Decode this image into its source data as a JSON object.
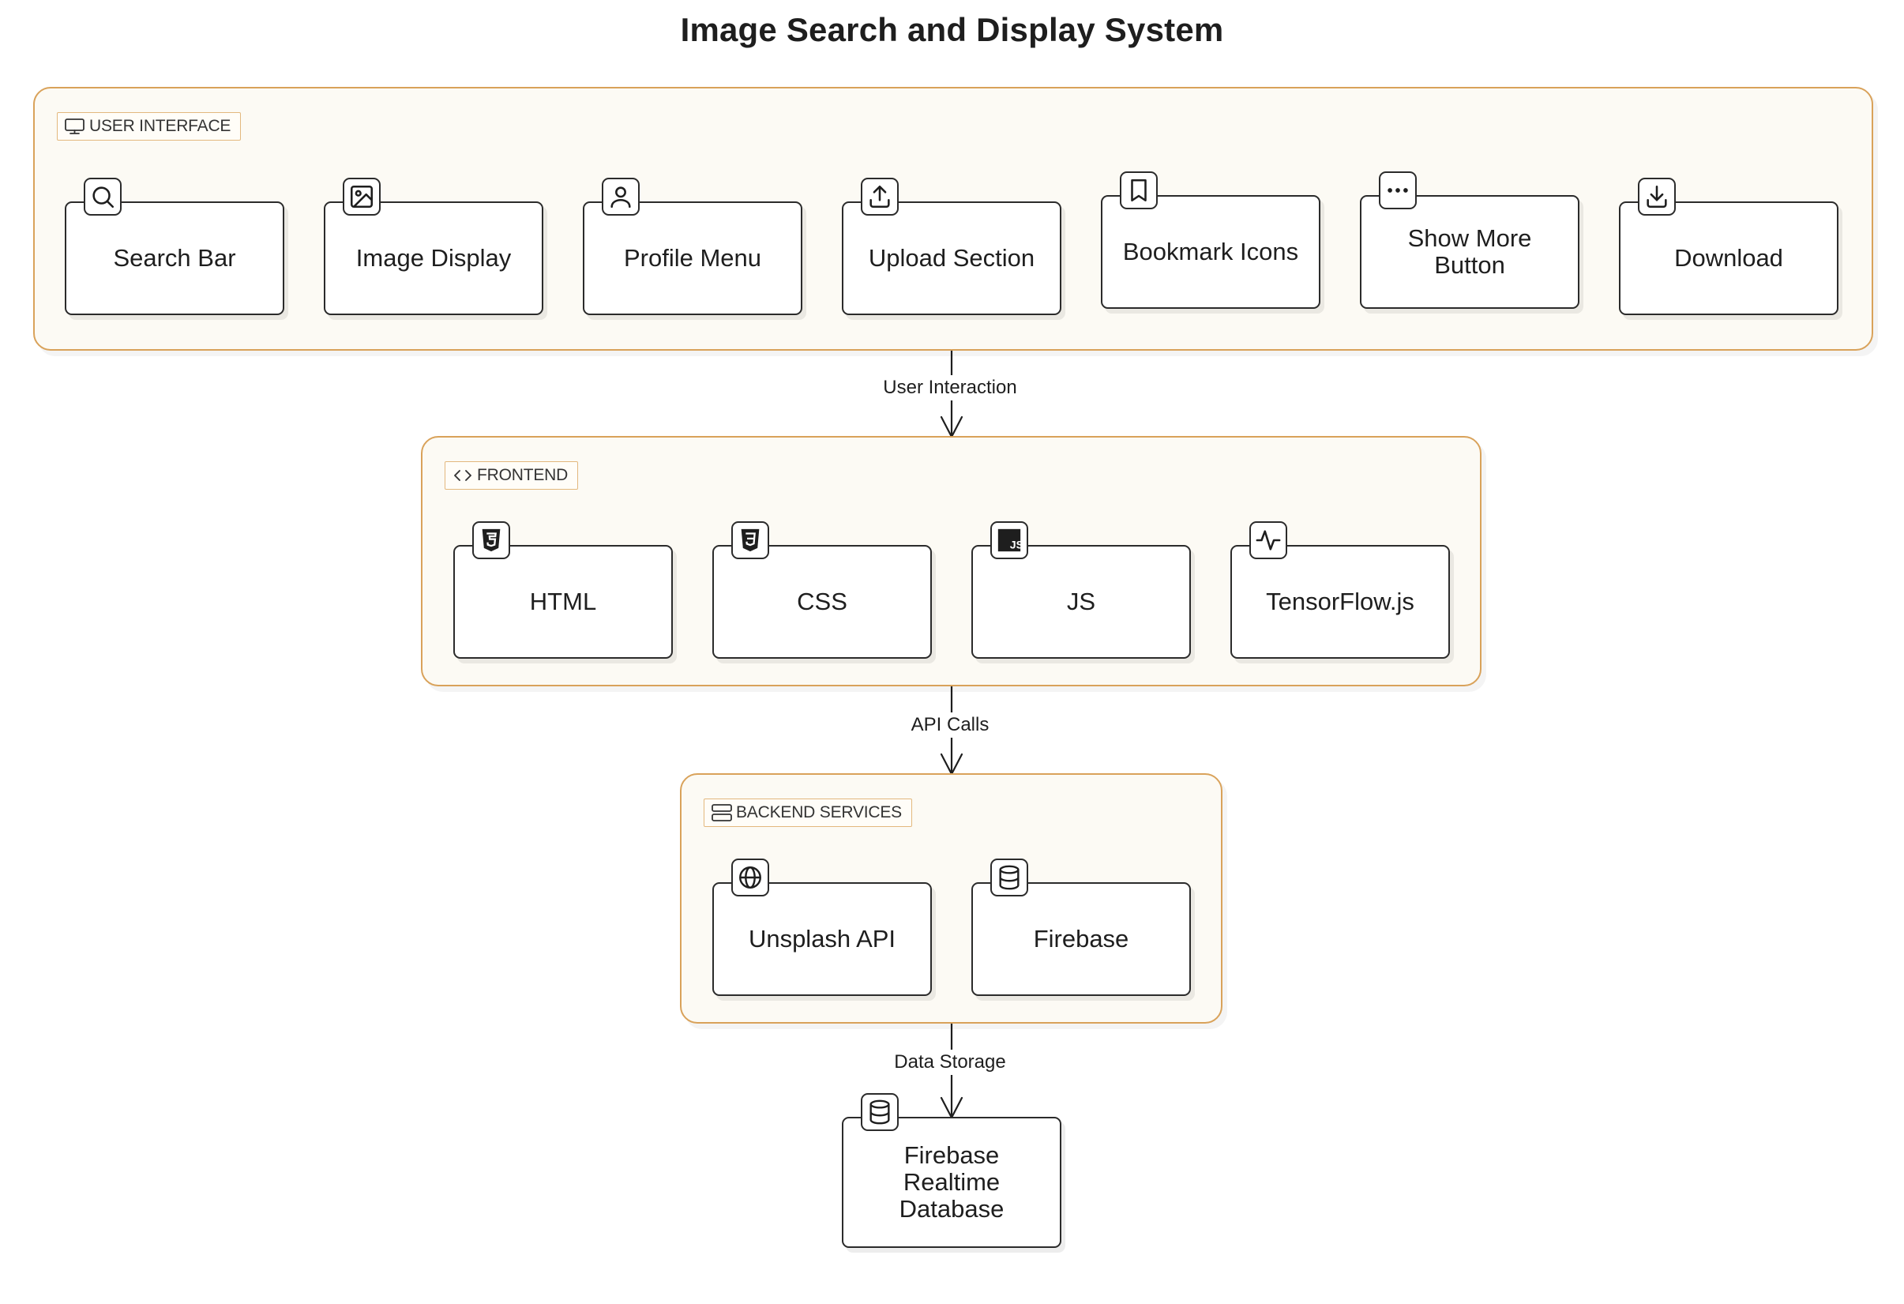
{
  "title": "Image Search and Display System",
  "groups": {
    "ui": {
      "label": "USER INTERFACE"
    },
    "frontend": {
      "label": "FRONTEND"
    },
    "backend": {
      "label": "BACKEND SERVICES"
    }
  },
  "nodes": {
    "search_bar": {
      "label": "Search Bar",
      "icon": "search-icon"
    },
    "image_display": {
      "label": "Image Display",
      "icon": "image-icon"
    },
    "profile_menu": {
      "label": "Profile Menu",
      "icon": "user-icon"
    },
    "upload_section": {
      "label": "Upload Section",
      "icon": "upload-icon"
    },
    "bookmark_icons": {
      "label": "Bookmark Icons",
      "icon": "bookmark-icon"
    },
    "show_more_button": {
      "label": "Show More Button",
      "icon": "more-icon"
    },
    "download": {
      "label": "Download",
      "icon": "download-icon"
    },
    "html": {
      "label": "HTML",
      "icon": "html5-icon"
    },
    "css": {
      "label": "CSS",
      "icon": "css3-icon"
    },
    "js": {
      "label": "JS",
      "icon": "javascript-icon"
    },
    "tensorflow": {
      "label": "TensorFlow.js",
      "icon": "activity-icon"
    },
    "unsplash_api": {
      "label": "Unsplash API",
      "icon": "globe-icon"
    },
    "firebase": {
      "label": "Firebase",
      "icon": "database-icon"
    },
    "firebase_rtdb": {
      "label": "Firebase Realtime Database",
      "icon": "database-icon"
    }
  },
  "edges": {
    "ui_to_frontend": {
      "label": "User Interaction"
    },
    "frontend_to_backend": {
      "label": "API Calls"
    },
    "backend_to_db": {
      "label": "Data Storage"
    }
  },
  "colors": {
    "group_border": "#d9a25a",
    "group_fill": "#fcfaf4",
    "node_border": "#2b2b2b",
    "text": "#1e1e1e"
  }
}
